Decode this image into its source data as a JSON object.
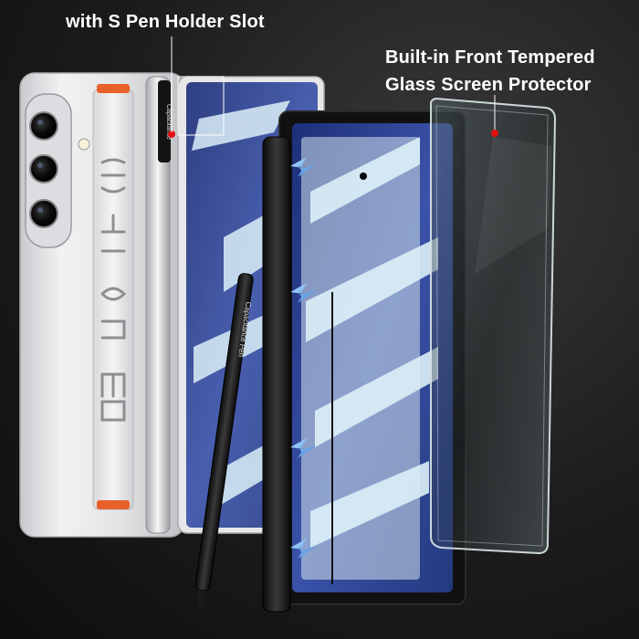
{
  "captions": {
    "pen_slot": "with S Pen Holder Slot",
    "glass_line1": "Built-in Front Tempered",
    "glass_line2": "Glass Screen Protector"
  },
  "strap_text": "Capacitance",
  "pen_text": "Capacitance Pen",
  "colors": {
    "background": "#1c1c1c",
    "case_silver": "#e8e8ea",
    "accent_orange": "#e8602a",
    "screen_blue": "#2a3f8f",
    "marker_red": "#e01010",
    "caption_white": "#ffffff"
  }
}
